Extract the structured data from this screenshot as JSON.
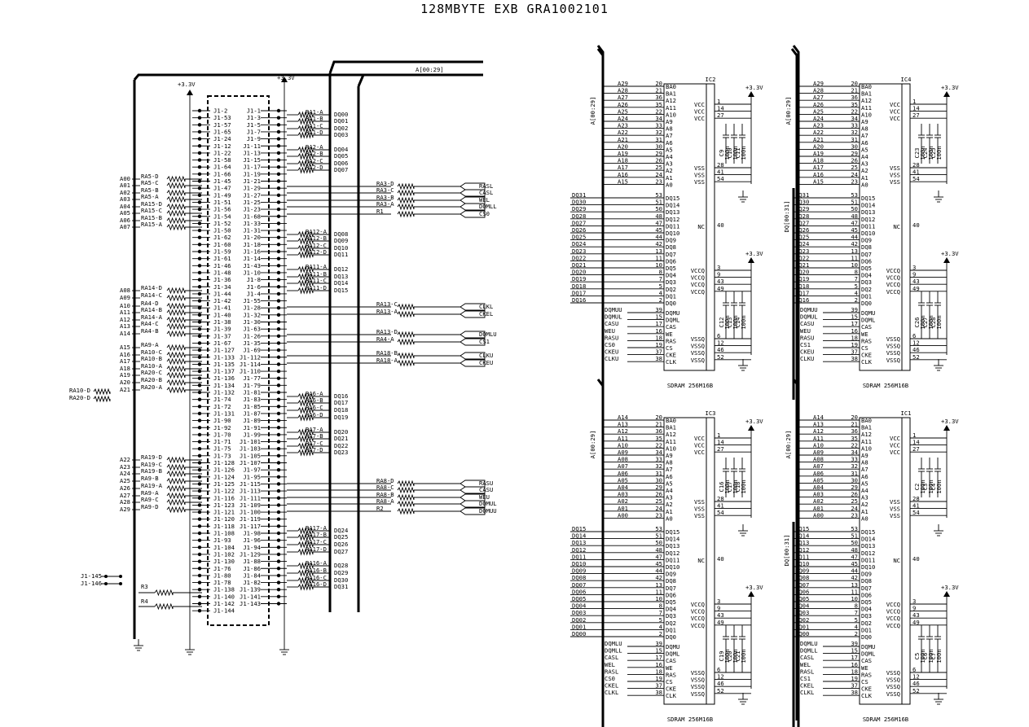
{
  "title": "128MBYTE EXB GRA1002101",
  "power_label": "+3.3V",
  "main_bus_label": "A[00:29]",
  "connector": {
    "left_pins": [
      "J1-2",
      "J1-53",
      "J1-57",
      "J1-65",
      "J1-24",
      "J1-12",
      "J1-22",
      "J1-58",
      "J1-64",
      "J1-66",
      "J1-45",
      "J1-47",
      "J1-49",
      "J1-51",
      "J1-56",
      "J1-54",
      "J1-52",
      "J1-50",
      "J1-62",
      "J1-60",
      "J1-59",
      "J1-61",
      "J1-46",
      "J1-48",
      "J1-36",
      "J1-34",
      "J1-44",
      "J1-42",
      "J1-41",
      "J1-40",
      "J1-38",
      "J1-39",
      "J1-37",
      "J1-67",
      "J1-127",
      "J1-133",
      "J1-135",
      "J1-137",
      "J1-136",
      "J1-134",
      "J1-132",
      "J1-74",
      "J1-72",
      "J1-131",
      "J1-90",
      "J1-92",
      "J1-70",
      "J1-71",
      "J1-75",
      "J1-73",
      "J1-128",
      "J1-126",
      "J1-124",
      "J1-125",
      "J1-122",
      "J1-116",
      "J1-123",
      "J1-121",
      "J1-120",
      "J1-118",
      "J1-108",
      "J1-93",
      "J1-104",
      "J1-102",
      "J1-130",
      "J1-76",
      "J1-80",
      "J1-78",
      "J1-138",
      "J1-140",
      "J1-142",
      "J1-144"
    ],
    "right_pins": [
      "J1-1",
      "J1-3",
      "J1-5",
      "J1-7",
      "J1-9",
      "J1-11",
      "J1-13",
      "J1-15",
      "J1-17",
      "J1-19",
      "J1-21",
      "J1-29",
      "J1-27",
      "J1-25",
      "J1-23",
      "J1-68",
      "J1-33",
      "J1-31",
      "J1-20",
      "J1-18",
      "J1-16",
      "J1-14",
      "J1-43",
      "J1-10",
      "J1-8",
      "J1-6",
      "J1-4",
      "J1-55",
      "J1-28",
      "J1-32",
      "J1-30",
      "J1-63",
      "J1-26",
      "J1-35",
      "J1-69",
      "J1-112",
      "J1-114",
      "J1-110",
      "J1-77",
      "J1-79",
      "J1-81",
      "J1-83",
      "J1-85",
      "J1-87",
      "J1-89",
      "J1-91",
      "J1-99",
      "J1-101",
      "J1-103",
      "J1-105",
      "J1-107",
      "J1-97",
      "J1-95",
      "J1-115",
      "J1-113",
      "J1-111",
      "J1-109",
      "J1-100",
      "J1-119",
      "J1-117",
      "J1-98",
      "J1-96",
      "J1-94",
      "J1-129",
      "J1-88",
      "J1-86",
      "J1-84",
      "J1-82",
      "J1-139",
      "J1-141",
      "J1-143"
    ],
    "extra_pins": [
      "J1-145",
      "J1-146"
    ],
    "resistors": [
      "R3",
      "R4"
    ]
  },
  "left_signals": [
    {
      "label": "A00",
      "net": "RA5-D"
    },
    {
      "label": "A01",
      "net": "RA5-C"
    },
    {
      "label": "A02",
      "net": "RA5-B"
    },
    {
      "label": "A03",
      "net": "RA5-A"
    },
    {
      "label": "A04",
      "net": "RA15-D"
    },
    {
      "label": "A05",
      "net": "RA15-C"
    },
    {
      "label": "A06",
      "net": "RA15-B"
    },
    {
      "label": "A07",
      "net": "RA15-A"
    },
    {
      "label": "A08",
      "net": "RA14-D"
    },
    {
      "label": "A09",
      "net": "RA14-C"
    },
    {
      "label": "A10",
      "net": "RA4-D"
    },
    {
      "label": "A11",
      "net": "RA14-B"
    },
    {
      "label": "A12",
      "net": "RA14-A"
    },
    {
      "label": "A13",
      "net": "RA4-C"
    },
    {
      "label": "A14",
      "net": "RA4-B"
    },
    {
      "label": "A15",
      "net": "RA9-A"
    },
    {
      "label": "A16",
      "net": "RA10-C"
    },
    {
      "label": "A17",
      "net": "RA10-B"
    },
    {
      "label": "A18",
      "net": "RA10-A"
    },
    {
      "label": "A19",
      "net": "RA20-C"
    },
    {
      "label": "A20",
      "net": "RA20-B"
    },
    {
      "label": "A21",
      "net": "RA20-A"
    },
    {
      "label": "A22",
      "net": "RA19-D"
    },
    {
      "label": "A23",
      "net": "RA19-C"
    },
    {
      "label": "A24",
      "net": "RA19-B"
    },
    {
      "label": "A25",
      "net": "RA9-B"
    },
    {
      "label": "A26",
      "net": "RA19-A"
    },
    {
      "label": "A27",
      "net": "RA9-A"
    },
    {
      "label": "A28",
      "net": "RA9-C"
    },
    {
      "label": "A29",
      "net": "RA9-D"
    }
  ],
  "loose_resistors": [
    "RA10-D",
    "RA20-D"
  ],
  "dq_right": [
    {
      "net": "RA1-A",
      "sig": "DQ00"
    },
    {
      "net": "RA1-B",
      "sig": "DQ01"
    },
    {
      "net": "RA1-C",
      "sig": "DQ02"
    },
    {
      "net": "RA1-D",
      "sig": "DQ03"
    },
    {
      "net": "RA2-A",
      "sig": "DQ04"
    },
    {
      "net": "RA2-B",
      "sig": "DQ05"
    },
    {
      "net": "RA2-C",
      "sig": "DQ06"
    },
    {
      "net": "RA2-D",
      "sig": "DQ07"
    },
    {
      "net": "RA12-A",
      "sig": "DQ08"
    },
    {
      "net": "RA12-B",
      "sig": "DQ09"
    },
    {
      "net": "RA12-C",
      "sig": "DQ10"
    },
    {
      "net": "RA12-D",
      "sig": "DQ11"
    },
    {
      "net": "RA11-A",
      "sig": "DQ12"
    },
    {
      "net": "RA11-B",
      "sig": "DQ13"
    },
    {
      "net": "RA11-C",
      "sig": "DQ14"
    },
    {
      "net": "RA11-D",
      "sig": "DQ15"
    },
    {
      "net": "RA6-A",
      "sig": "DQ16"
    },
    {
      "net": "RA6-B",
      "sig": "DQ17"
    },
    {
      "net": "RA6-C",
      "sig": "DQ18"
    },
    {
      "net": "RA6-D",
      "sig": "DQ19"
    },
    {
      "net": "RA7-A",
      "sig": "DQ20"
    },
    {
      "net": "RA7-B",
      "sig": "DQ21"
    },
    {
      "net": "RA7-C",
      "sig": "DQ22"
    },
    {
      "net": "RA7-D",
      "sig": "DQ23"
    },
    {
      "net": "RA17-A",
      "sig": "DQ24"
    },
    {
      "net": "RA17-B",
      "sig": "DQ25"
    },
    {
      "net": "RA17-C",
      "sig": "DQ26"
    },
    {
      "net": "RA17-D",
      "sig": "DQ27"
    },
    {
      "net": "RA16-A",
      "sig": "DQ28"
    },
    {
      "net": "RA16-B",
      "sig": "DQ29"
    },
    {
      "net": "RA16-C",
      "sig": "DQ30"
    },
    {
      "net": "RA16-D",
      "sig": "DQ31"
    }
  ],
  "control_outputs": [
    {
      "net": "RA3-D",
      "sig": "RASL"
    },
    {
      "net": "RA3-C",
      "sig": "CASL"
    },
    {
      "net": "RA3-B",
      "sig": "WEL"
    },
    {
      "net": "RA3-A",
      "sig": "DQMLL"
    },
    {
      "net": "R1",
      "sig": "CS0"
    },
    {
      "net": "RA13-C",
      "sig": "CLKL"
    },
    {
      "net": "RA13-A",
      "sig": "CKEL"
    },
    {
      "net": "RA13-D",
      "sig": "DQMLU"
    },
    {
      "net": "RA4-A",
      "sig": "CS1"
    },
    {
      "net": "RA18-B",
      "sig": "CLKU"
    },
    {
      "net": "RA18-A",
      "sig": "CKEU"
    },
    {
      "net": "RA8-D",
      "sig": "RASU"
    },
    {
      "net": "RA8-C",
      "sig": "CASU"
    },
    {
      "net": "RA8-B",
      "sig": "WEU"
    },
    {
      "net": "RA8-A",
      "sig": "DQMUL"
    },
    {
      "net": "R2",
      "sig": "DQMUU"
    }
  ],
  "ic_common": {
    "addr_pins": [
      "20",
      "21",
      "36",
      "35",
      "22",
      "34",
      "33",
      "32",
      "31",
      "30",
      "29",
      "26",
      "25",
      "24",
      "23"
    ],
    "addr_names": [
      "BA0",
      "BA1",
      "A12",
      "A11",
      "A10",
      "A9",
      "A8",
      "A7",
      "A6",
      "A5",
      "A4",
      "A3",
      "A2",
      "A1",
      "A0"
    ],
    "dq_pins": [
      "53",
      "51",
      "50",
      "48",
      "47",
      "45",
      "44",
      "42",
      "13",
      "11",
      "10",
      "8",
      "7",
      "5",
      "4",
      "2"
    ],
    "dq_names": [
      "DQ15",
      "DQ14",
      "DQ13",
      "DQ12",
      "DQ11",
      "DQ10",
      "DQ9",
      "DQ8",
      "DQ7",
      "DQ6",
      "DQ5",
      "DQ4",
      "DQ3",
      "DQ2",
      "DQ1",
      "DQ0"
    ],
    "ctrl_pins": [
      "39",
      "15",
      "17",
      "16",
      "18",
      "19",
      "37",
      "38"
    ],
    "ctrl_names": [
      "DQMU",
      "DQML",
      "CAS",
      "WE",
      "RAS",
      "CS",
      "CKE",
      "CLK"
    ],
    "vcc_pins": [
      "1",
      "14",
      "27"
    ],
    "vss_pins": [
      "28",
      "41",
      "54"
    ],
    "vccq_pins": [
      "3",
      "9",
      "43",
      "49"
    ],
    "vssq_pins": [
      "6",
      "12",
      "46",
      "52"
    ],
    "nc_pin": "40",
    "vcc": "VCC",
    "vss": "VSS",
    "vccq": "VCCQ",
    "vssq": "VSSQ",
    "nc": "NC",
    "part": "SDRAM 256M16B",
    "cap_value": "100n"
  },
  "ics": [
    {
      "name": "IC2",
      "addr_bus": "A[00:29]",
      "addr": [
        "A29",
        "A28",
        "A27",
        "A26",
        "A25",
        "A24",
        "A23",
        "A22",
        "A21",
        "A20",
        "A19",
        "A18",
        "A17",
        "A16",
        "A15"
      ],
      "dq_bus": "",
      "dq": [
        "DQ31",
        "DQ30",
        "DQ29",
        "DQ28",
        "DQ27",
        "DQ26",
        "DQ25",
        "DQ24",
        "DQ23",
        "DQ22",
        "DQ21",
        "DQ20",
        "DQ19",
        "DQ18",
        "DQ17",
        "DQ16"
      ],
      "ctrl": [
        "DQMUU",
        "DQMUL",
        "CASU",
        "WEU",
        "RASU",
        "CS0",
        "CKEU",
        "CLKU"
      ],
      "caps_top": [
        "C9",
        "C10",
        "C11"
      ],
      "caps_bot": [
        "C12",
        "C13",
        "C14"
      ]
    },
    {
      "name": "IC4",
      "addr_bus": "A[00:29]",
      "addr": [
        "A29",
        "A28",
        "A27",
        "A26",
        "A25",
        "A24",
        "A23",
        "A22",
        "A21",
        "A20",
        "A19",
        "A18",
        "A17",
        "A16",
        "A15"
      ],
      "dq_bus": "DQ[00:31]",
      "dq": [
        "DQ31",
        "DQ30",
        "DQ29",
        "DQ28",
        "DQ27",
        "DQ26",
        "DQ25",
        "DQ24",
        "DQ23",
        "DQ22",
        "DQ21",
        "DQ20",
        "DQ19",
        "DQ18",
        "DQ17",
        "DQ16"
      ],
      "ctrl": [
        "DQMUU",
        "DQMUL",
        "CASU",
        "WEU",
        "RASU",
        "CS1",
        "CKEU",
        "CLKU"
      ],
      "caps_top": [
        "C23",
        "C24",
        "C25"
      ],
      "caps_bot": [
        "C26",
        "C27",
        "C28"
      ]
    },
    {
      "name": "IC3",
      "addr_bus": "A[00:29]",
      "addr": [
        "A14",
        "A13",
        "A12",
        "A11",
        "A10",
        "A09",
        "A08",
        "A07",
        "A06",
        "A05",
        "A04",
        "A03",
        "A02",
        "A01",
        "A00"
      ],
      "dq_bus": "",
      "dq": [
        "DQ15",
        "DQ14",
        "DQ13",
        "DQ12",
        "DQ11",
        "DQ10",
        "DQ09",
        "DQ08",
        "DQ07",
        "DQ06",
        "DQ05",
        "DQ04",
        "DQ03",
        "DQ02",
        "DQ01",
        "DQ00"
      ],
      "ctrl": [
        "DQMLU",
        "DQMLL",
        "CASL",
        "WEL",
        "RASL",
        "CS0",
        "CKEL",
        "CLKL"
      ],
      "caps_top": [
        "C16",
        "C17",
        "C18"
      ],
      "caps_bot": [
        "C19",
        "C20",
        "C21"
      ]
    },
    {
      "name": "IC1",
      "addr_bus": "A[00:29]",
      "addr": [
        "A14",
        "A13",
        "A12",
        "A11",
        "A10",
        "A09",
        "A08",
        "A07",
        "A06",
        "A05",
        "A04",
        "A03",
        "A02",
        "A01",
        "A00"
      ],
      "dq_bus": "DQ[00:31]",
      "dq": [
        "DQ15",
        "DQ14",
        "DQ13",
        "DQ12",
        "DQ11",
        "DQ10",
        "DQ09",
        "DQ08",
        "DQ07",
        "DQ06",
        "DQ05",
        "DQ04",
        "DQ03",
        "DQ02",
        "DQ01",
        "DQ00"
      ],
      "ctrl": [
        "DQMLU",
        "DQMLL",
        "CASL",
        "WEL",
        "RASL",
        "CS1",
        "CKEL",
        "CLKL"
      ],
      "caps_top": [
        "C2",
        "C3",
        "C4"
      ],
      "caps_bot": [
        "C5",
        "C6",
        "C7"
      ]
    }
  ]
}
